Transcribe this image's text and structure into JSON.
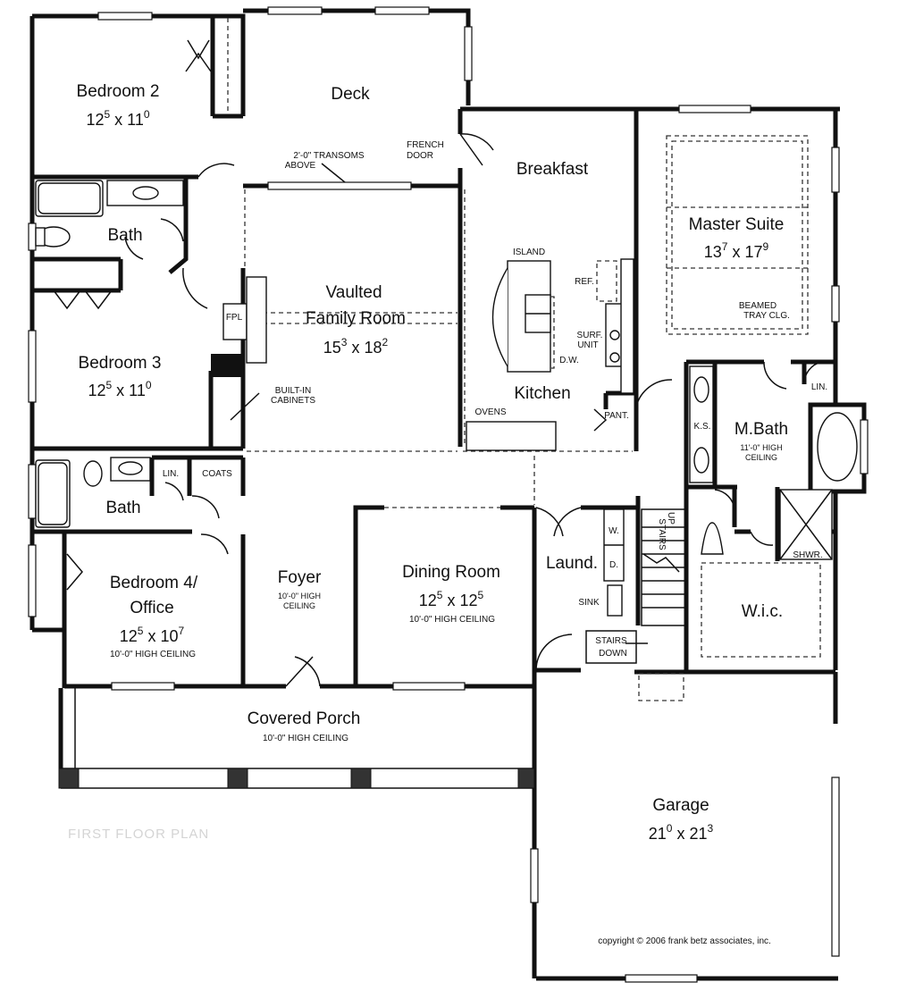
{
  "rooms": {
    "bedroom2": {
      "name": "Bedroom 2",
      "w": "12",
      "ws": "5",
      "h": "11",
      "hs": "0"
    },
    "deck": {
      "name": "Deck"
    },
    "transoms": {
      "line1": "2'-0\" TRANSOMS",
      "line2": "ABOVE"
    },
    "french_door": {
      "line1": "FRENCH",
      "line2": "DOOR"
    },
    "breakfast": {
      "name": "Breakfast"
    },
    "master_suite": {
      "name": "Master Suite",
      "w": "13",
      "ws": "7",
      "h": "17",
      "hs": "9"
    },
    "beamed": {
      "line1": "BEAMED",
      "line2": "TRAY CLG."
    },
    "bath1": {
      "name": "Bath"
    },
    "family": {
      "line1": "Vaulted",
      "line2": "Family Room",
      "w": "15",
      "ws": "3",
      "h": "18",
      "hs": "2"
    },
    "island": {
      "name": "ISLAND"
    },
    "ref": {
      "name": "REF."
    },
    "surf_unit": {
      "line1": "SURF.",
      "line2": "UNIT"
    },
    "dw": {
      "name": "D.W."
    },
    "fpl": {
      "name": "FPL"
    },
    "bedroom3": {
      "name": "Bedroom 3",
      "w": "12",
      "ws": "5",
      "h": "11",
      "hs": "0"
    },
    "builtin": {
      "line1": "BUILT-IN",
      "line2": "CABINETS"
    },
    "kitchen": {
      "name": "Kitchen"
    },
    "ovens": {
      "name": "OVENS"
    },
    "pant": {
      "name": "PANT."
    },
    "lin_master": {
      "name": "LIN."
    },
    "ks": {
      "name": "K.S."
    },
    "mbath": {
      "name": "M.Bath",
      "line1": "11'-0\" HIGH",
      "line2": "CEILING"
    },
    "bath2": {
      "name": "Bath"
    },
    "lin": {
      "name": "LIN."
    },
    "coats": {
      "name": "COATS"
    },
    "stairs_up": {
      "line1": "STAIRS",
      "line2": "UP"
    },
    "bedroom4": {
      "line1": "Bedroom 4/",
      "line2": "Office",
      "w": "12",
      "ws": "5",
      "h": "10",
      "hs": "7",
      "ceiling": "10'-0\" HIGH CEILING"
    },
    "foyer": {
      "name": "Foyer",
      "line1": "10'-0\" HIGH",
      "line2": "CEILING"
    },
    "dining": {
      "name": "Dining Room",
      "w": "12",
      "ws": "5",
      "h": "12",
      "hs": "5",
      "ceiling": "10'-0\" HIGH CEILING"
    },
    "laund": {
      "name": "Laund.",
      "w_label": "W.",
      "d_label": "D.",
      "sink": "SINK"
    },
    "shwr": {
      "name": "SHWR."
    },
    "wic": {
      "name": "W.i.c."
    },
    "stairs_down": {
      "line1": "STAIRS",
      "line2": "DOWN"
    },
    "porch": {
      "name": "Covered Porch",
      "ceiling": "10'-0\" HIGH CEILING"
    },
    "garage": {
      "name": "Garage",
      "w": "21",
      "ws": "0",
      "h": "21",
      "hs": "3"
    }
  },
  "plan_title": "FIRST FLOOR PLAN",
  "copyright": "copyright © 2006 frank betz associates, inc."
}
